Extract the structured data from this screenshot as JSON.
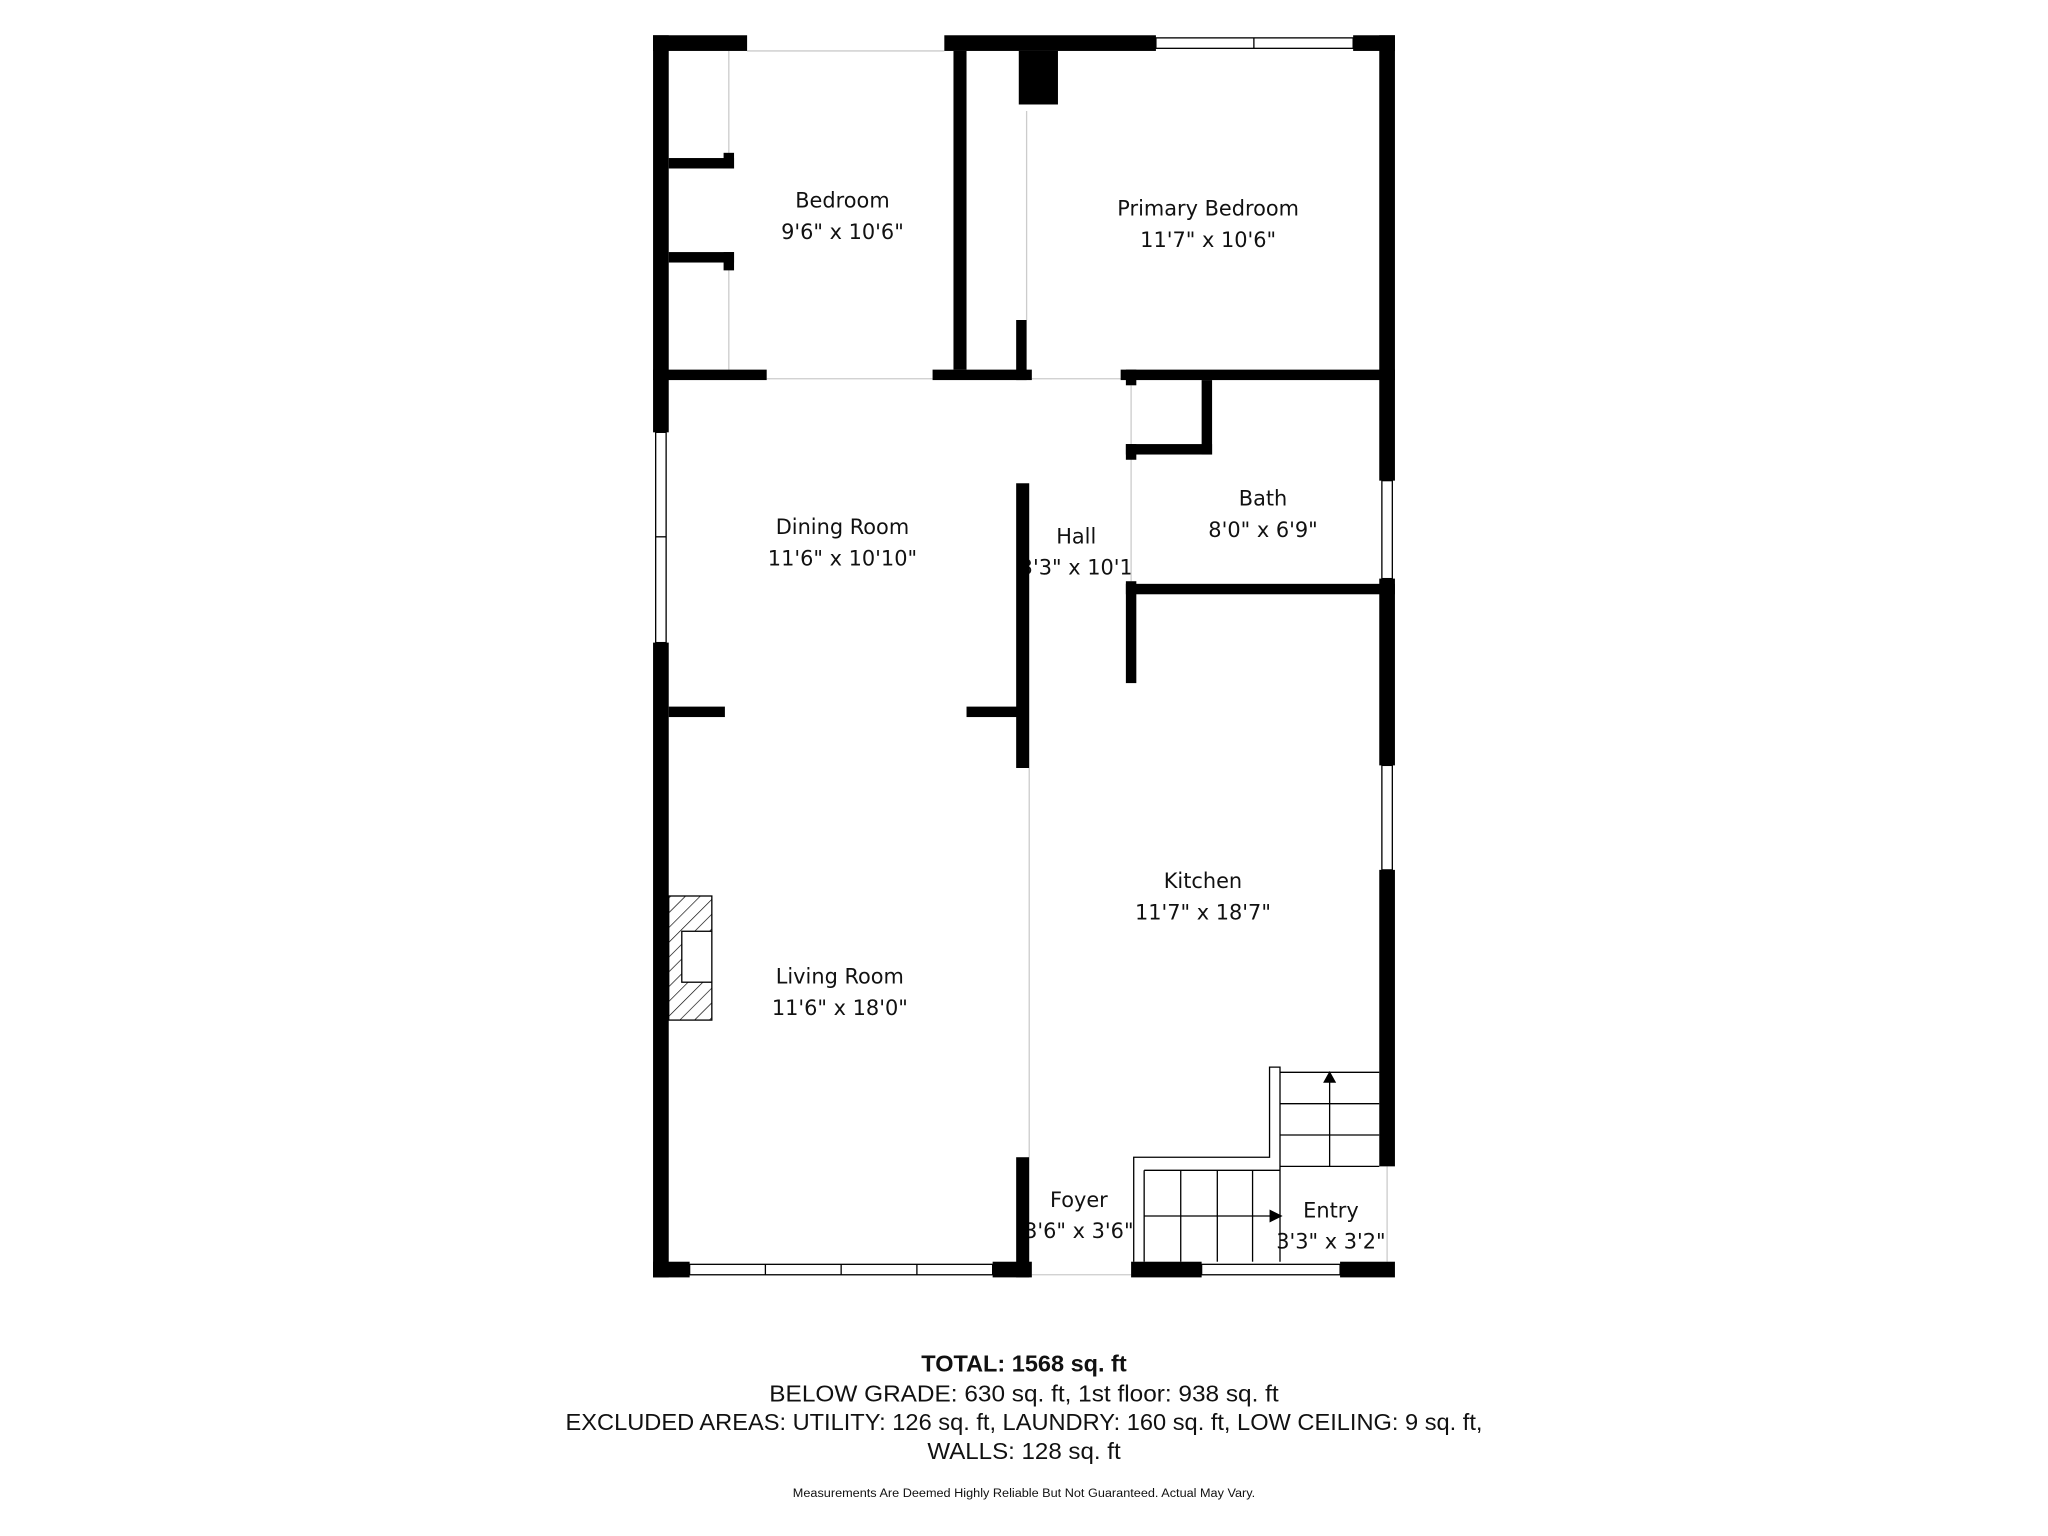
{
  "rooms": [
    {
      "name": "Bedroom",
      "dims": "9'6\" x 10'6\""
    },
    {
      "name": "Primary Bedroom",
      "dims": "11'7\" x 10'6\""
    },
    {
      "name": "Dining Room",
      "dims": "11'6\" x 10'10\""
    },
    {
      "name": "Hall",
      "dims": "3'3\" x 10'1"
    },
    {
      "name": "Bath",
      "dims": "8'0\" x 6'9\""
    },
    {
      "name": "Kitchen",
      "dims": "11'7\" x 18'7\""
    },
    {
      "name": "Living Room",
      "dims": "11'6\" x 18'0\""
    },
    {
      "name": "Foyer",
      "dims": "3'6\" x 3'6\""
    },
    {
      "name": "Entry",
      "dims": "3'3\" x 3'2\""
    }
  ],
  "summary": {
    "total": "TOTAL: 1568 sq. ft",
    "line1": "BELOW GRADE: 630 sq. ft, 1st floor: 938 sq. ft",
    "line2": "EXCLUDED AREAS: UTILITY: 126 sq. ft, LAUNDRY: 160 sq. ft, LOW CEILING: 9 sq. ft,",
    "line3": "WALLS: 128 sq. ft",
    "disclaimer": "Measurements Are Deemed Highly Reliable But Not Guaranteed. Actual May Vary."
  },
  "colors": {
    "wall": "#000000",
    "background": "#ffffff"
  }
}
